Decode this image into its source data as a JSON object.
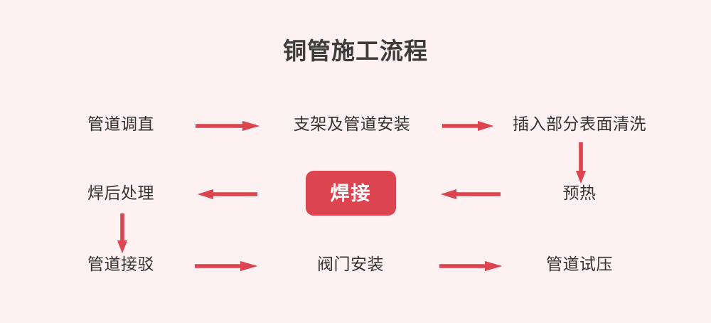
{
  "title": "铜管施工流程",
  "colors": {
    "background": "#fdf2f1",
    "accent": "#dc4450",
    "text": "#333333",
    "title_text": "#3c3c3c",
    "highlight_text": "#ffffff"
  },
  "chart_data": {
    "type": "diagram",
    "diagram_type": "flowchart",
    "title": "铜管施工流程",
    "layout": "serpentine-3-rows",
    "nodes": [
      {
        "id": "n1",
        "label": "管道调直",
        "row": 1,
        "col": 1,
        "highlight": false
      },
      {
        "id": "n2",
        "label": "支架及管道安装",
        "row": 1,
        "col": 2,
        "highlight": false
      },
      {
        "id": "n3",
        "label": "插入部分表面清洗",
        "row": 1,
        "col": 3,
        "highlight": false
      },
      {
        "id": "n4",
        "label": "预热",
        "row": 2,
        "col": 3,
        "highlight": false
      },
      {
        "id": "n5",
        "label": "焊接",
        "row": 2,
        "col": 2,
        "highlight": true
      },
      {
        "id": "n6",
        "label": "焊后处理",
        "row": 2,
        "col": 1,
        "highlight": false
      },
      {
        "id": "n7",
        "label": "管道接驳",
        "row": 3,
        "col": 1,
        "highlight": false
      },
      {
        "id": "n8",
        "label": "阀门安装",
        "row": 3,
        "col": 2,
        "highlight": false
      },
      {
        "id": "n9",
        "label": "管道试压",
        "row": 3,
        "col": 3,
        "highlight": false
      }
    ],
    "edges": [
      {
        "from": "n1",
        "to": "n2",
        "direction": "right"
      },
      {
        "from": "n2",
        "to": "n3",
        "direction": "right"
      },
      {
        "from": "n3",
        "to": "n4",
        "direction": "down"
      },
      {
        "from": "n4",
        "to": "n5",
        "direction": "left"
      },
      {
        "from": "n5",
        "to": "n6",
        "direction": "left"
      },
      {
        "from": "n6",
        "to": "n7",
        "direction": "down"
      },
      {
        "from": "n7",
        "to": "n8",
        "direction": "right"
      },
      {
        "from": "n8",
        "to": "n9",
        "direction": "right"
      }
    ]
  },
  "nodes": {
    "n1": "管道调直",
    "n2": "支架及管道安装",
    "n3": "插入部分表面清洗",
    "n4": "预热",
    "n5": "焊接",
    "n6": "焊后处理",
    "n7": "管道接驳",
    "n8": "阀门安装",
    "n9": "管道试压"
  }
}
